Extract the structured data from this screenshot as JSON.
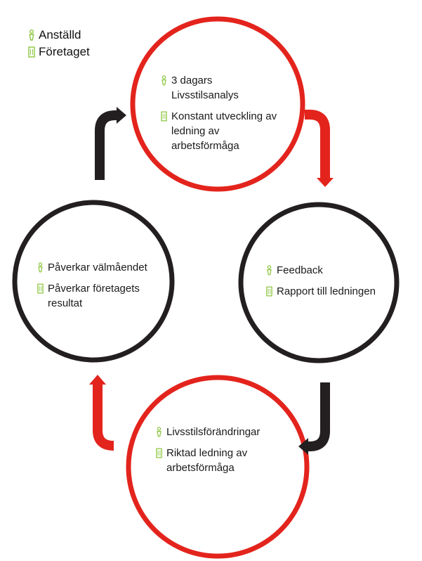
{
  "colors": {
    "red": "#e3241d",
    "black": "#231f20",
    "icon_green": "#8dc63f"
  },
  "icons": {
    "employee": "person-icon",
    "company": "building-icon"
  },
  "legend": {
    "employee_label": "Anställd",
    "company_label": "Företaget"
  },
  "cycle": {
    "top": {
      "employee_text": "3 dagars Livsstilsanalys",
      "company_text": "Konstant utveckling av ledning av arbetsförmåga"
    },
    "right": {
      "employee_text": "Feedback",
      "company_text": "Rapport till ledningen"
    },
    "bottom": {
      "employee_text": "Livsstilsförändringar",
      "company_text": "Riktad ledning av arbetsförmåga"
    },
    "left": {
      "employee_text": "Påverkar välmåendet",
      "company_text": "Påverkar företagets resultat"
    }
  }
}
